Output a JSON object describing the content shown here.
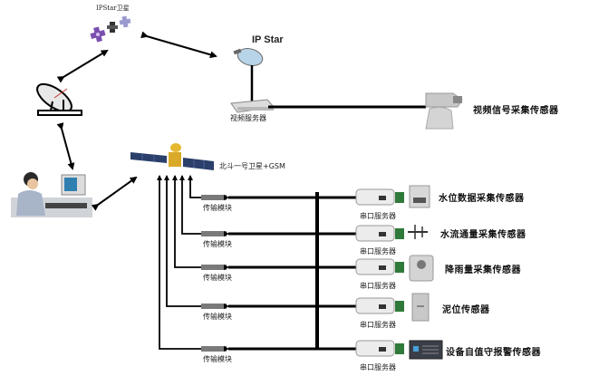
{
  "labels": {
    "ipstar_satellite": "IPStar卫星",
    "ipstar": "IP Star",
    "video_server": "视频服务器",
    "video_sensor": "视频信号采集传感器",
    "beidou": "北斗一号卫星+GSM",
    "transmission_module": "传输模块",
    "serial_server": "串口服务器"
  },
  "sensors": [
    {
      "label": "水位数据采集传感器",
      "module": "传输模块",
      "server": "串口服务器"
    },
    {
      "label": "水流通量采集传感器",
      "module": "传输模块",
      "server": "串口服务器"
    },
    {
      "label": "降雨量采集传感器",
      "module": "传输模块",
      "server": "串口服务器"
    },
    {
      "label": "泥位传感器",
      "module": "传输模块",
      "server": "串口服务器"
    },
    {
      "label": "设备自值守报警传感器",
      "module": "传输模块",
      "server": "串口服务器"
    }
  ],
  "colors": {
    "line": "#000000",
    "panel": "#2b3f6b",
    "gold": "#d9a92a",
    "purple": "#7b4fb0",
    "lavender": "#9b9ad0",
    "screen": "#2f7fb0",
    "module": "#7a7a7a"
  }
}
